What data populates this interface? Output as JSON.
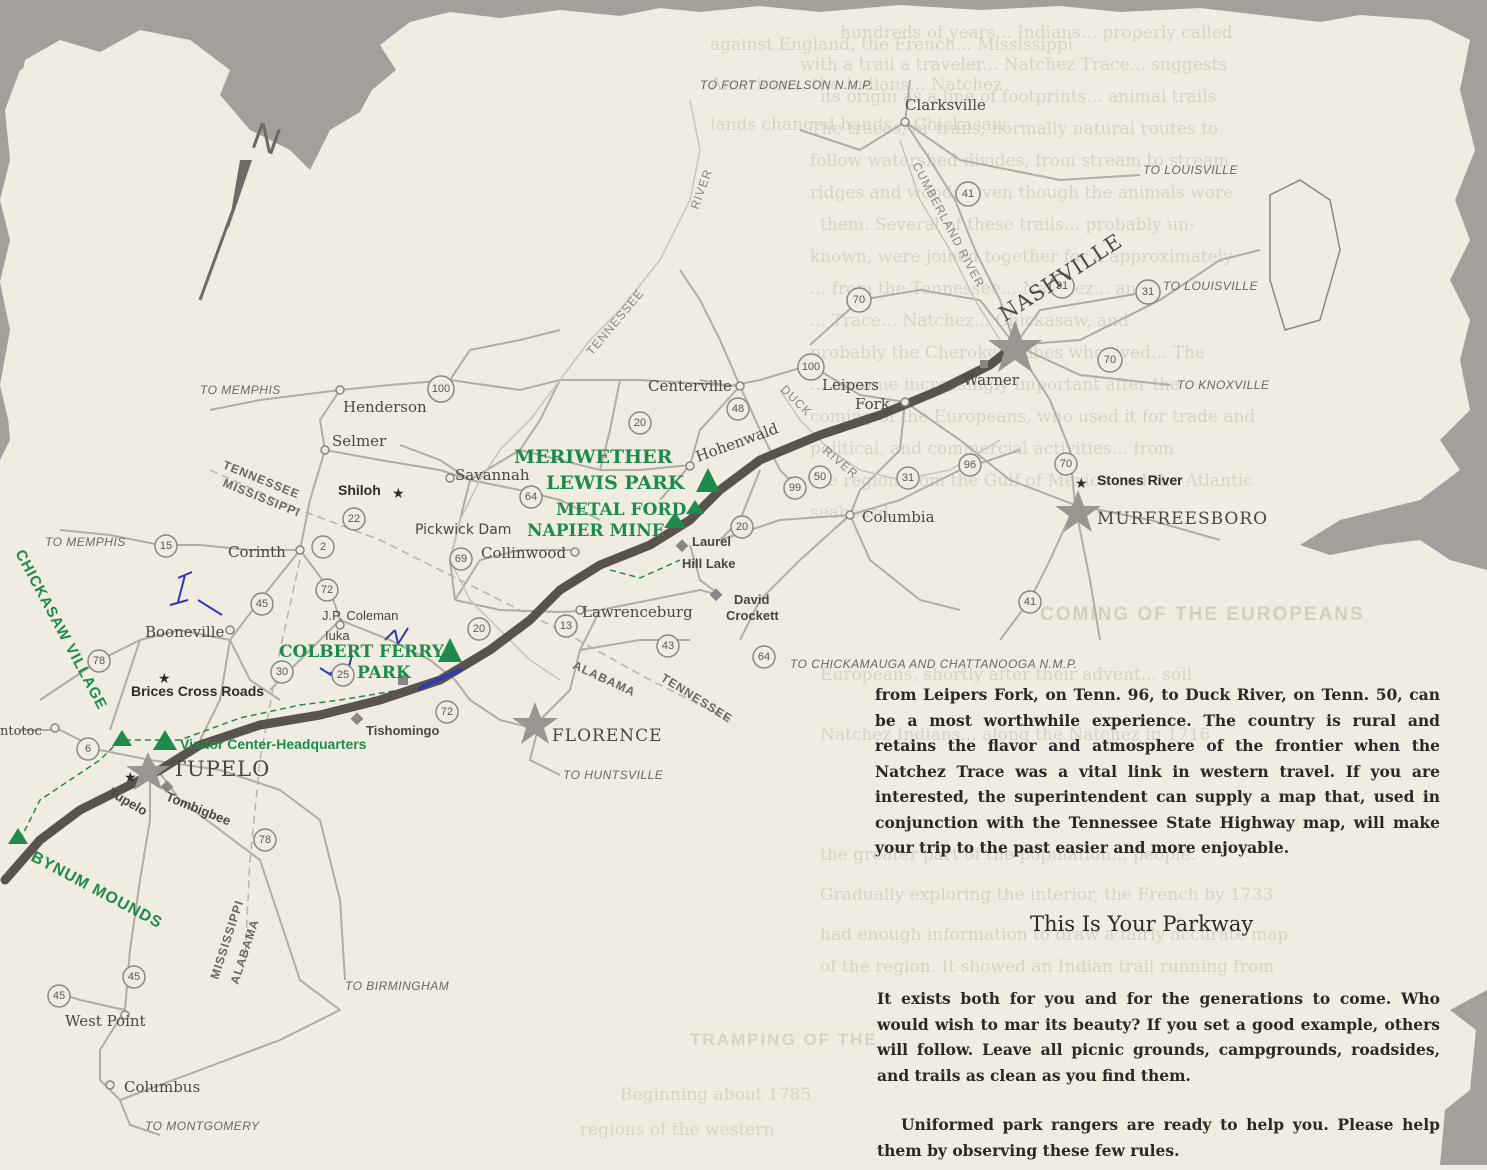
{
  "map": {
    "north": "N",
    "destinations": {
      "fort_donelson": "TO FORT DONELSON N.M.P.",
      "louisville_1": "TO LOUISVILLE",
      "louisville_2": "TO LOUISVILLE",
      "knoxville": "TO KNOXVILLE",
      "memphis_1": "TO MEMPHIS",
      "memphis_2": "TO MEMPHIS",
      "chickamauga": "TO CHICKAMAUGA AND CHATTANOOGA N.M.P.",
      "huntsville": "TO HUNTSVILLE",
      "birmingham": "TO BIRMINGHAM",
      "montgomery": "TO MONTGOMERY"
    },
    "towns": {
      "clarksville": "Clarksville",
      "nashville": "NASHVILLE",
      "warner": "Warner",
      "leipers": "Leipers",
      "fork": "Fork",
      "centerville": "Centerville",
      "henderson": "Henderson",
      "selmer": "Selmer",
      "savannah": "Savannah",
      "hohenwald": "Hohenwald",
      "columbia": "Columbia",
      "murfreesboro": "MURFREESBORO",
      "corinth": "Corinth",
      "pickwick": "Pickwick Dam",
      "collinwood": "Collinwood",
      "laurel": "Laurel",
      "hill_lake": "Hill Lake",
      "david": "David",
      "crockett": "Crockett",
      "lawrenceburg": "Lawrenceburg",
      "booneville": "Booneville",
      "jp_coleman": "J.P. Coleman",
      "iuka": "Iuka",
      "florence": "FLORENCE",
      "tupelo": "TUPELO",
      "tupelo_road": "Tupelo",
      "tombigbee": "Tombigbee",
      "tishomingo": "Tishomingo",
      "west_point": "West Point",
      "columbus": "Columbus",
      "pontotoc": "ntotoc"
    },
    "points_of_interest": {
      "shiloh": "Shiloh",
      "stones_river": "Stones River",
      "brices": "Brices Cross Roads"
    },
    "parks": {
      "meriwether_1": "MERIWETHER",
      "meriwether_2": "LEWIS PARK",
      "metal_ford": "METAL FORD",
      "napier_mine": "NAPIER MINE",
      "colbert_1": "COLBERT FERRY",
      "colbert_2": "PARK",
      "visitor_center": "Visitor Center-Headquarters",
      "chickasaw": "CHICKASAW VILLAGE",
      "bynum": "BYNUM MOUNDS"
    },
    "rivers": {
      "tennessee": "TENNESSEE",
      "river_1": "RIVER",
      "cumberland": "CUMBERLAND RIVER",
      "duck": "DUCK",
      "river_2": "RIVER"
    },
    "states": {
      "tn": "TENNESSEE",
      "ms": "MISSISSIPPI",
      "al": "ALABAMA",
      "tn2": "TENNESSEE",
      "ms2": "MISSISSIPPI",
      "al2": "ALABAMA"
    },
    "highways": [
      {
        "id": "h41a",
        "label": "41"
      },
      {
        "id": "h70a",
        "label": "70"
      },
      {
        "id": "h31a",
        "label": "31"
      },
      {
        "id": "h31b",
        "label": "31"
      },
      {
        "id": "h100a",
        "label": "100"
      },
      {
        "id": "h70b",
        "label": "70"
      },
      {
        "id": "h100b",
        "label": "100"
      },
      {
        "id": "h48",
        "label": "48"
      },
      {
        "id": "h20a",
        "label": "20"
      },
      {
        "id": "h64a",
        "label": "64"
      },
      {
        "id": "h99",
        "label": "99"
      },
      {
        "id": "h50",
        "label": "50"
      },
      {
        "id": "h96",
        "label": "96"
      },
      {
        "id": "h31c",
        "label": "31"
      },
      {
        "id": "h70c",
        "label": "70"
      },
      {
        "id": "h15",
        "label": "15"
      },
      {
        "id": "h2",
        "label": "2"
      },
      {
        "id": "h22",
        "label": "22"
      },
      {
        "id": "h69",
        "label": "69"
      },
      {
        "id": "h20b",
        "label": "20"
      },
      {
        "id": "h72a",
        "label": "72"
      },
      {
        "id": "h45a",
        "label": "45"
      },
      {
        "id": "h78a",
        "label": "78"
      },
      {
        "id": "h30",
        "label": "30"
      },
      {
        "id": "h25",
        "label": "25"
      },
      {
        "id": "h20c",
        "label": "20"
      },
      {
        "id": "h13",
        "label": "13"
      },
      {
        "id": "h43",
        "label": "43"
      },
      {
        "id": "h64b",
        "label": "64"
      },
      {
        "id": "h41b",
        "label": "41"
      },
      {
        "id": "h72b",
        "label": "72"
      },
      {
        "id": "h6",
        "label": "6"
      },
      {
        "id": "h78b",
        "label": "78"
      },
      {
        "id": "h45b",
        "label": "45"
      },
      {
        "id": "h45c",
        "label": "45"
      }
    ]
  },
  "text": {
    "para1": "from Leipers Fork, on Tenn. 96, to Duck River, on Tenn. 50, can be a most worthwhile experience. The country is rural and retains the flavor and atmosphere of the frontier when the Natchez Trace was a vital link in western travel. If you are interested, the superintendent can supply a map that, used in conjunction with the Tennessee State Highway map, will make your trip to the past easier and more enjoyable.",
    "heading": "This Is Your Parkway",
    "para2": "It exists both for you and for the generations to come. Who would wish to mar its beauty? If you set a good example, others will follow. Leave all picnic grounds, campgrounds, roadsides, and trails as clean as you find them.",
    "para3": "Uniformed park rangers are ready to help you. Please help them by observing these few rules."
  },
  "colors": {
    "paper": "#f1ece1",
    "torn_edge": "#a3a09b",
    "parkway": "#5a524c",
    "park_green": "#1e8a4c",
    "pen_blue": "#2b3bb5"
  }
}
